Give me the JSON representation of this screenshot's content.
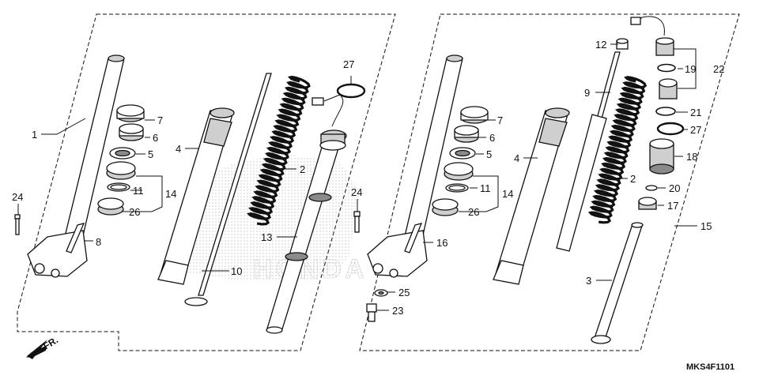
{
  "diagram": {
    "drawing_code": "MKS4F1101",
    "direction_label": "FR.",
    "watermark_brand": "HONDA",
    "callouts": {
      "c1": "1",
      "c4a": "4",
      "c27a": "27",
      "c2a": "2",
      "c7a": "7",
      "c6a": "6",
      "c5a": "5",
      "c11a": "11",
      "c14a": "14",
      "c26a": "26",
      "c24a": "24",
      "c8": "8",
      "c10": "10",
      "c13": "13",
      "c12": "12",
      "c9": "9",
      "c19": "19",
      "c22": "22",
      "c21": "21",
      "c27b": "27",
      "c18": "18",
      "c20": "20",
      "c17": "17",
      "c15": "15",
      "c3": "3",
      "c2b": "2",
      "c4b": "4",
      "c7b": "7",
      "c6b": "6",
      "c5b": "5",
      "c11b": "11",
      "c14b": "14",
      "c26b": "26",
      "c24b": "24",
      "c16": "16",
      "c25": "25",
      "c23": "23"
    }
  }
}
